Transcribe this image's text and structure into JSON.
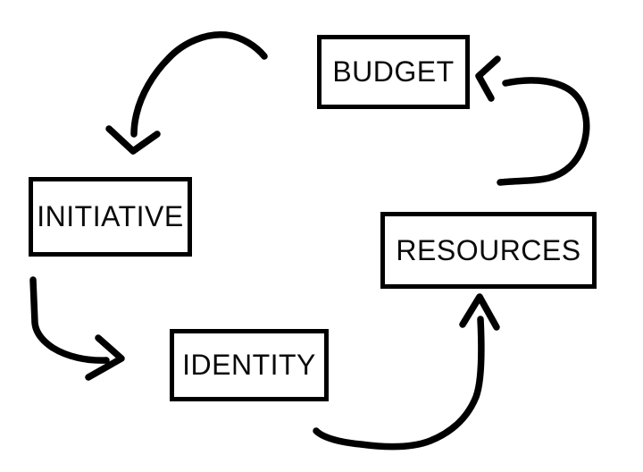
{
  "diagram": {
    "title": "strategy-cycle-diagram",
    "background_color": "#ffffff",
    "stroke_color": "#000000",
    "box_border_color": "#000000",
    "text_color": "#0a0a0a",
    "nodes": [
      {
        "id": "budget",
        "label": "BUDGET"
      },
      {
        "id": "initiative",
        "label": "INITIATIVE"
      },
      {
        "id": "identity",
        "label": "IDENTITY"
      },
      {
        "id": "resources",
        "label": "RESOURCES"
      }
    ],
    "arrows": [
      {
        "from": "budget",
        "to": "initiative",
        "style": "hand-drawn curve, arrowhead pointing down toward INITIATIVE"
      },
      {
        "from": "initiative",
        "to": "identity",
        "style": "hand-drawn elbow, arrowhead pointing right toward IDENTITY"
      },
      {
        "from": "identity",
        "to": "resources",
        "style": "hand-drawn curve, arrowhead pointing up toward RESOURCES"
      },
      {
        "from": "resources",
        "to": "budget",
        "style": "hand-drawn curve, arrowhead pointing left toward BUDGET"
      }
    ]
  }
}
